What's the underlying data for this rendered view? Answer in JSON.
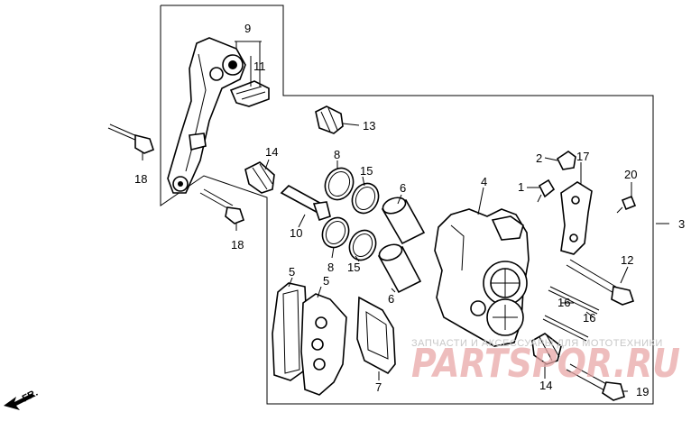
{
  "diagram": {
    "labels": {
      "p9": "9",
      "p11": "11",
      "p13": "13",
      "p18a": "18",
      "p18b": "18",
      "p14a": "14",
      "p8a": "8",
      "p15a": "15",
      "p6a": "6",
      "p10": "10",
      "p8b": "8",
      "p15b": "15",
      "p6b": "6",
      "p4": "4",
      "p2": "2",
      "p17": "17",
      "p1": "1",
      "p20": "20",
      "p3": "3",
      "p12": "12",
      "p16a": "16",
      "p16b": "16",
      "p5a": "5",
      "p5b": "5",
      "p7": "7",
      "p14b": "14",
      "p19": "19"
    },
    "front_marker": "FR.",
    "watermark": {
      "line1": "ЗАПЧАСТИ И АКСЕССУАРЫ ДЛЯ МОТОТЕХНИКИ",
      "line2": "PARTSPOR.RU"
    }
  }
}
